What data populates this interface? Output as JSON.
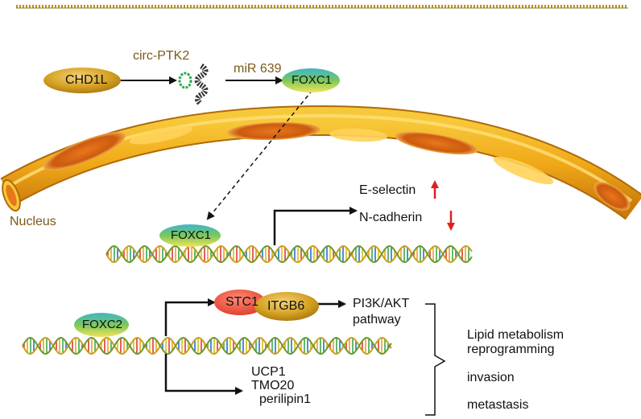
{
  "labels": {
    "chd1l": "CHD1L",
    "circ_ptk2": "circ-PTK2",
    "mir639": "miR 639",
    "foxc1_top": "FOXC1",
    "nucleus": "Nucleus",
    "e_selectin": "E-selectin",
    "n_cadherin": "N-cadherin",
    "foxc1_dna": "FOXC1",
    "foxc2": "FOXC2",
    "stc1": "STC1",
    "itgb6": "ITGB6",
    "pi3k_akt": "PI3K/AKT",
    "pathway": "pathway",
    "ucp1": "UCP1",
    "tmo20": "TMO20",
    "perilipin1": "perilipin1",
    "lipid_metabolism": "Lipid metabolism",
    "reprogramming": "reprogramming",
    "invasion": "invasion",
    "metastasis": "metastasis"
  },
  "indicators": {
    "e_selectin": "up",
    "n_cadherin": "down"
  },
  "colors": {
    "gold": "#d4a020",
    "brown_text": "#7a5a1a",
    "red_arrow": "#e02020",
    "teal": "#29b6a8",
    "green_ring": "#2aa84a",
    "stc1_red": "#e84a3a"
  }
}
